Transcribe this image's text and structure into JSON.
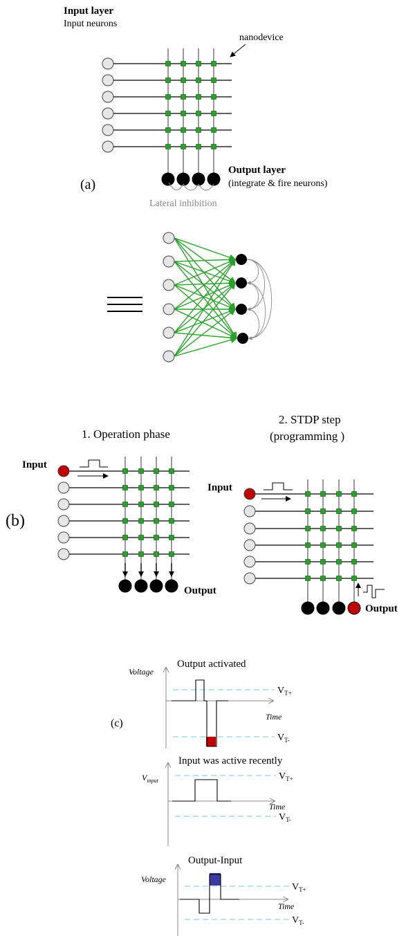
{
  "colors": {
    "wire": "#000000",
    "column": "#999999",
    "nanodevice": "#2ca02c",
    "input_neuron": "#e6e6e6",
    "output_neuron": "#000000",
    "active": "#c00000",
    "threshold": "#8fd3dc",
    "ltp": "#3a3aa0",
    "axis": "#888888",
    "inhibition_text": "#888888"
  },
  "panel_a": {
    "input_title": "Input layer",
    "input_sub": "Input neurons",
    "nanodevice": "nanodevice",
    "output_title": "Output layer",
    "output_sub": "(integrate & fire neurons)",
    "inhibition": "Lateral inhibition",
    "label": "(a)"
  },
  "equivalent_symbol": "≡",
  "panel_b": {
    "label": "(b)",
    "op_title": "1. Operation phase",
    "stdp_title_1": "2. STDP step",
    "stdp_title_2": "(programming )",
    "input": "Input",
    "output": "Output"
  },
  "panel_c": {
    "label": "(c)",
    "plots": [
      {
        "title": "Output activated",
        "ylabel": "Voltage",
        "ysub": "",
        "xlabel": "Time",
        "vtp": "V",
        "vtp_sub": "T+",
        "vtm": "V",
        "vtm_sub": "T-"
      },
      {
        "title": "Input was active recently",
        "ylabel": "V",
        "ysub": "input",
        "xlabel": "Time",
        "vtp": "V",
        "vtp_sub": "T+",
        "vtm": "V",
        "vtm_sub": "T-"
      },
      {
        "title": "Output-Input",
        "ylabel": "Voltage",
        "ysub": "",
        "xlabel": "Time",
        "vtp": "V",
        "vtp_sub": "T+",
        "vtm": "V",
        "vtm_sub": "T-"
      }
    ]
  }
}
